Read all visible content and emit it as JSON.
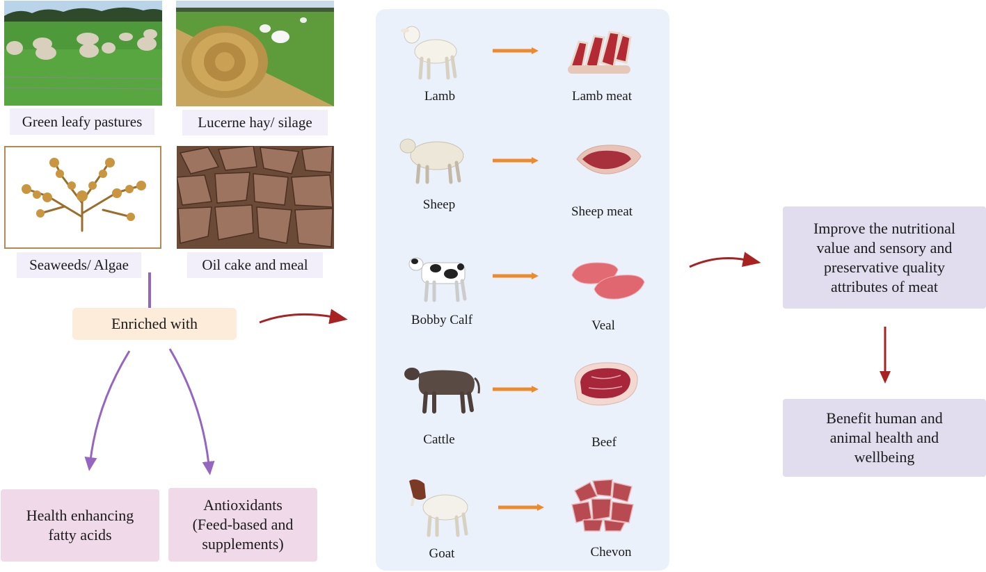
{
  "feeds": {
    "green_pastures": "Green leafy pastures",
    "lucerne": "Lucerne hay/ silage",
    "seaweeds": "Seaweeds/ Algae",
    "oilcake": "Oil cake and meal"
  },
  "enriched_label": "Enriched with",
  "outcomes": {
    "fatty_acids": "Health enhancing\nfatty acids",
    "antioxidants": "Antioxidants\n(Feed-based and\nsupplements)"
  },
  "animals": [
    {
      "animal": "Lamb",
      "meat": "Lamb meat"
    },
    {
      "animal": "Sheep",
      "meat": "Sheep meat"
    },
    {
      "animal": "Bobby Calf",
      "meat": "Veal"
    },
    {
      "animal": "Cattle",
      "meat": "Beef"
    },
    {
      "animal": "Goat",
      "meat": "Chevon"
    }
  ],
  "results": {
    "improve": "Improve the nutritional\nvalue and sensory and\npreservative quality\nattributes of meat",
    "benefit": "Benefit human and\nanimal  health and\nwellbeing"
  },
  "colors": {
    "panel": "#eaf1fa",
    "orange_arrow": "#ec8a2c",
    "red_arrow": "#a82222",
    "purple_arrow": "#9466c0",
    "enriched_bg": "#fdecd9",
    "pink_box": "#f0d9e9",
    "lilac_box": "#e1dcee"
  }
}
